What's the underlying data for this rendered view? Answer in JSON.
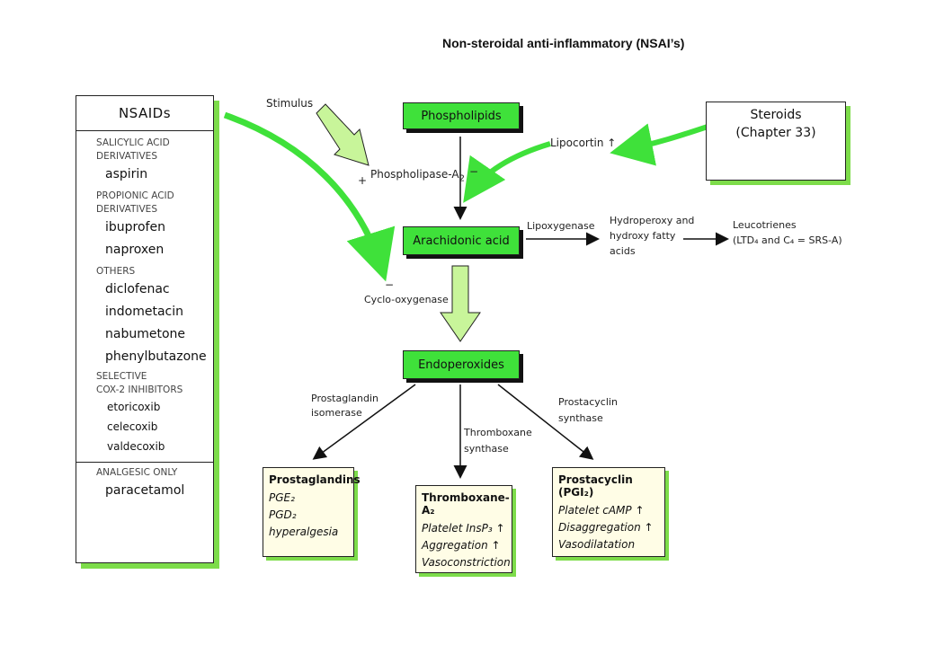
{
  "page": {
    "title": "Non-steroidal anti-inflammatory (NSAI’s)"
  },
  "nsaids": {
    "header": "NSAIDs",
    "groups": [
      {
        "section": "SALICYLIC ACID",
        "section2": "DERIVATIVES",
        "drugs": [
          "aspirin"
        ]
      },
      {
        "section": "PROPIONIC ACID",
        "section2": "DERIVATIVES",
        "drugs": [
          "ibuprofen",
          "naproxen"
        ]
      },
      {
        "section": "OTHERS",
        "section2": "",
        "drugs": [
          "diclofenac",
          "indometacin",
          "nabumetone",
          "phenylbutazone"
        ]
      },
      {
        "section": "SELECTIVE",
        "section2": "COX-2 INHIBITORS",
        "drugs": [
          "etoricoxib",
          "celecoxib",
          "valdecoxib"
        ]
      }
    ],
    "analgesic_section": "ANALGESIC ONLY",
    "analgesic_drug": "paracetamol"
  },
  "pathway": {
    "stimulus": "Stimulus",
    "phospholipids": "Phospholipids",
    "phospholipase": "Phospholipase-A",
    "phospholipase_sub": "2",
    "plus": "+",
    "minus": "−",
    "arachidonic": "Arachidonic acid",
    "cyclooxygenase": "Cyclo-oxygenase",
    "endoperoxides": "Endoperoxides",
    "lipocortin": "Lipocortin ↑",
    "lipoxygenase": "Lipoxygenase",
    "hydroperoxy": [
      "Hydroperoxy and",
      "hydroxy fatty",
      "acids"
    ],
    "leucotrienes_1": "Leucotrienes",
    "leucotrienes_2": "(LTD₄ and C₄ = SRS-A)"
  },
  "steroids": {
    "title": "Steroids",
    "subtitle": "(Chapter 33)"
  },
  "enzymes": {
    "pg_isomerase": [
      "Prostaglandin",
      "isomerase"
    ],
    "tx_synthase": [
      "Thromboxane",
      "synthase"
    ],
    "pc_synthase": [
      "Prostacyclin",
      "synthase"
    ]
  },
  "products": {
    "prostaglandins": {
      "title": "Prostaglandins",
      "items": [
        "PGE₂",
        "PGD₂",
        "hyperalgesia"
      ]
    },
    "thromboxane": {
      "title": "Thromboxane-A₂",
      "items": [
        "Platelet InsP₃ ↑",
        "Aggregation ↑",
        "Vasoconstriction"
      ]
    },
    "prostacyclin": {
      "title": "Prostacyclin (PGI₂)",
      "items": [
        "Platelet cAMP ↑",
        "Disaggregation ↑",
        "Vasodilatation"
      ]
    }
  },
  "colors": {
    "green_box": "#3fe13a",
    "light_green": "#7ddc4a",
    "arrow_fill": "#c8f59a",
    "product_bg": "#fffde6"
  }
}
